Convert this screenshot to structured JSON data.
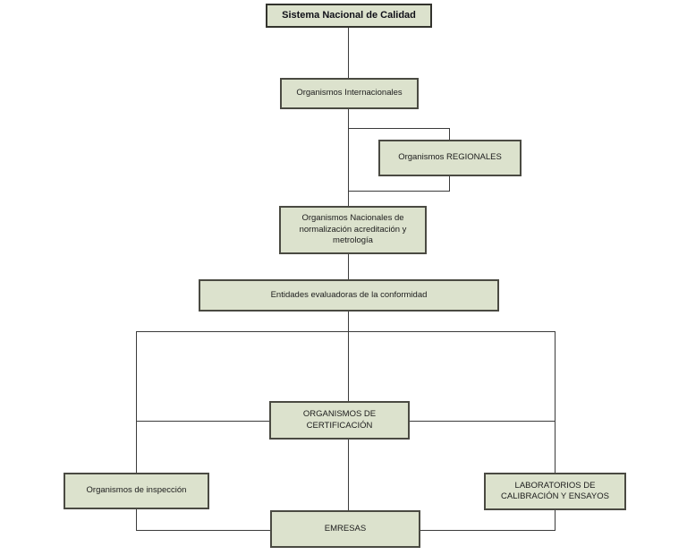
{
  "diagram": {
    "title": "Sistema Nacional de Calidad",
    "type": "organizational-flowchart",
    "colors": {
      "background": "#ffffff",
      "node_fill": "#dce2cd",
      "node_border": "#4a4a42",
      "connector": "#3b3b3b"
    },
    "nodes": {
      "root": {
        "label": "Sistema Nacional de Calidad"
      },
      "internacional": {
        "label": "Organismos Internacionales"
      },
      "regionales": {
        "label": "Organismos REGIONALES"
      },
      "nacionales": {
        "label": "Organismos Nacionales de normalización acreditación y metrología"
      },
      "entidades": {
        "label": "Entidades evaluadoras de la conformidad"
      },
      "certificacion": {
        "label": "ORGANISMOS DE CERTIFICACIÓN"
      },
      "inspeccion": {
        "label": "Organismos de inspección"
      },
      "laboratorios": {
        "label": "LABORATORIOS DE CALIBRACIÓN Y ENSAYOS"
      },
      "empresas": {
        "label": "EMRESAS"
      }
    },
    "edges": [
      "root -> internacional",
      "internacional -> regionales",
      "regionales -> nacionales",
      "internacional -> nacionales",
      "nacionales -> entidades",
      "entidades -> certificacion",
      "entidades -> inspeccion",
      "entidades -> laboratorios",
      "certificacion -> inspeccion",
      "certificacion -> laboratorios",
      "certificacion -> empresas",
      "inspeccion -> empresas",
      "laboratorios -> empresas"
    ]
  }
}
